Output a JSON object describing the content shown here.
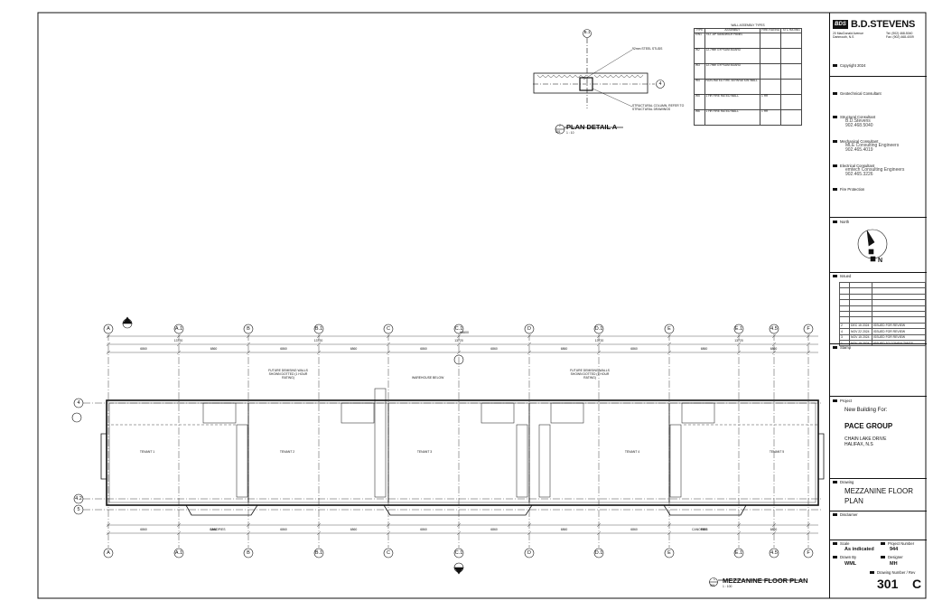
{
  "company": {
    "name": "B.D.STEVENS",
    "logo_text": "BDS",
    "address": [
      "20 MacDonald Avenue",
      "Dartmouth, N.S"
    ],
    "phone": [
      "Tel: (902) 468-5040",
      "Fax: (902) 468-4009"
    ],
    "copyright": "Copyright 2024"
  },
  "consultants": [
    {
      "role": "Geotechnical Consultant",
      "name": "",
      "phone": ""
    },
    {
      "role": "Structural Consultant",
      "name": "B.D.Stevens",
      "phone": "902.468.5040"
    },
    {
      "role": "Mechanical Consultant",
      "name": "MLE Consulting Engineers",
      "phone": "902.465.4019"
    },
    {
      "role": "Electrical Consultant",
      "name": "emtech Consulting Engineers",
      "phone": "902.465.3226"
    },
    {
      "role": "Fire Protection",
      "name": "",
      "phone": ""
    }
  ],
  "north_label": "North",
  "north_letter": "N",
  "issued_label": "Issued",
  "issued_rows": [
    {
      "no": "2",
      "date": "DEC 15 2024",
      "desc": "ISSUED FOR REVIEW"
    },
    {
      "no": "4",
      "date": "NOV 22 2024",
      "desc": "ISSUED FOR REVIEW"
    },
    {
      "no": "3",
      "date": "NOV 15 2024",
      "desc": "ISSUED FOR REVIEW"
    },
    {
      "no": "1",
      "date": "NOV 15 2024",
      "desc": "ISSUED TO CONSULTANTS"
    }
  ],
  "stamp_label": "Stamp",
  "project": {
    "label": "Project",
    "line1": "New Building For:",
    "client": "PACE GROUP",
    "address1": "CHAIN LAKE DRIVE",
    "address2": "HALIFAX, N.S"
  },
  "drawing": {
    "label": "Drawing",
    "title1": "MEZZANINE FLOOR",
    "title2": "PLAN"
  },
  "disclaimer_label": "Disclaimer",
  "scale": {
    "label": "Scale",
    "value": "As indicated"
  },
  "project_number": {
    "label": "Project Number",
    "value": "944"
  },
  "drawn_by": {
    "label": "Drawn By",
    "value": "WML"
  },
  "designer": {
    "label": "Designer",
    "value": "MH"
  },
  "drawing_number": {
    "label": "Drawing Number / Rev",
    "number": "301",
    "rev": "C"
  },
  "wall_types": {
    "title": "WALL ASSEMBLY TYPES",
    "headers": [
      "TYPE",
      "ASSEMBLY",
      "FIRE RATING",
      "STC RATING"
    ],
    "rows": [
      {
        "type": "EW1",
        "assembly": "TILT-UP SANDWICH PANEL",
        "fire": "",
        "stc": ""
      },
      {
        "type": "W2",
        "assembly": "12.7mm GYPSUM BOARD",
        "fire": "",
        "stc": ""
      },
      {
        "type": "W3",
        "assembly": "12.7mm GYPSUM BOARD",
        "fire": "",
        "stc": ""
      },
      {
        "type": "W4",
        "assembly": "NON-RATED FIRE SEPARATION WALL",
        "fire": "",
        "stc": ""
      },
      {
        "type": "W5",
        "assembly": "1 HR FIRE RATED WALL",
        "fire": "1 HR",
        "stc": ""
      },
      {
        "type": "W6",
        "assembly": "1 HR FIRE RATED WALL",
        "fire": "1 HR",
        "stc": ""
      }
    ]
  },
  "plan_detail": {
    "title": "PLAN DETAIL A",
    "number": "2",
    "sheet": "301",
    "scale": "1 : 10",
    "grid_b1": "B.1",
    "grid_4": "4",
    "note_studs": "92mm STEEL STUDS",
    "note_column": "STRUCTURAL COLUMN, REFER TO STRUCTURAL DRAWINGS"
  },
  "main_plan": {
    "title": "MEZZANINE FLOOR PLAN",
    "number": "1",
    "sheet": "301",
    "scale": "1 : 100",
    "grid_columns": [
      "A",
      "A.1",
      "B",
      "B.1",
      "C",
      "C.1",
      "D",
      "D.1",
      "E",
      "E.1",
      "4.5",
      "F"
    ],
    "grid_rows": [
      "4",
      "4.2",
      "5"
    ],
    "overall_dimension": "68600",
    "bay_dimensions": [
      "13720",
      "13720",
      "13720",
      "13720",
      "13720"
    ],
    "sub_dimensions": [
      "6860",
      "6860",
      "6860",
      "6860",
      "6860",
      "6860",
      "6860",
      "6860",
      "6860",
      "6860"
    ],
    "rooms": [
      "TENANT 1",
      "TENANT 2",
      "TENANT 3",
      "TENANT 4",
      "TENANT 5"
    ],
    "notes": {
      "demising_left": "FUTURE DEMISING WALLS SHOWN DOTTED (1 HOUR RATING)",
      "demising_right": "FUTURE DEMISING WALLS SHOWN DOTTED (1 HOUR RATING)",
      "warehouse": "WAREHOUSE BELOW",
      "canopies": "CANOPIES"
    },
    "section_marks": [
      "1",
      "2"
    ]
  }
}
